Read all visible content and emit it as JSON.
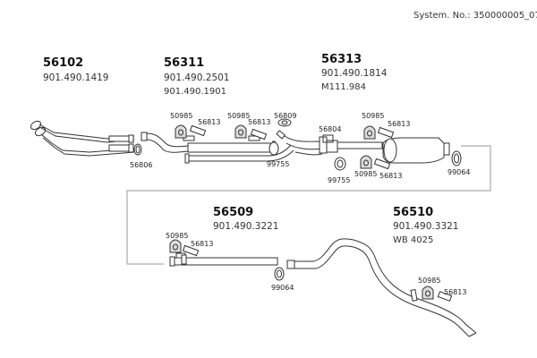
{
  "header": {
    "system_no": "System. No.: 350000005_07"
  },
  "groups": [
    {
      "id": "56102",
      "lines": [
        "901.490.1419"
      ]
    },
    {
      "id": "56311",
      "lines": [
        "901.490.2501",
        "901.490.1901"
      ]
    },
    {
      "id": "56313",
      "lines": [
        "901.490.1814",
        "M111.984"
      ]
    },
    {
      "id": "56509",
      "lines": [
        "901.490.3221"
      ]
    },
    {
      "id": "56510",
      "lines": [
        "901.490.3321",
        "WB 4025"
      ]
    }
  ],
  "parts": {
    "p56806": "56806",
    "p50985_a": "50985",
    "p56813_a": "56813",
    "p50985_b": "50985",
    "p56813_b": "56813",
    "p56809": "56809",
    "p99755_a": "99755",
    "p56804": "56804",
    "p99755_b": "99755",
    "p50985_c": "50985",
    "p56813_c": "56813",
    "p50985_d": "50985",
    "p56813_d": "56813",
    "p99064_a": "99064",
    "p50985_e": "50985",
    "p56813_e": "56813",
    "p99064_b": "99064",
    "p50985_f": "50985",
    "p56813_f": "56813"
  }
}
